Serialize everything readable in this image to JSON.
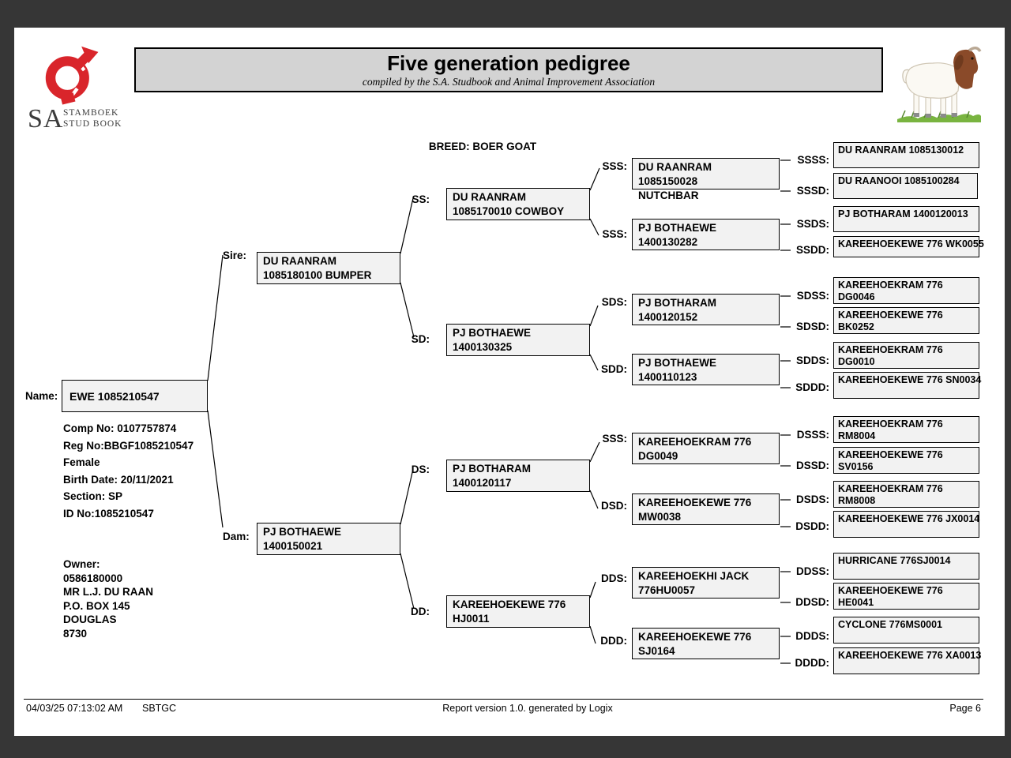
{
  "brand": {
    "sa": "SA",
    "words": [
      "STAMBOEK",
      "STUD BOOK"
    ],
    "logo_color": "#d9252b"
  },
  "header": {
    "title": "Five generation pedigree",
    "subtitle": "compiled by the S.A. Studbook and Animal Improvement Association"
  },
  "breed_label": "BREED: BOER GOAT",
  "subject": {
    "name_label": "Name:",
    "name": "EWE 1085210547",
    "details": [
      "Comp No: 0107757874",
      "Reg No:BBGF1085210547",
      "Female",
      "Birth Date: 20/11/2021",
      "Section: SP",
      "ID No:1085210547"
    ],
    "owner": [
      "Owner:",
      "0586180000",
      "MR L.J. DU RAAN",
      "P.O. BOX 145",
      "DOUGLAS",
      "8730"
    ]
  },
  "pedigree": {
    "gen1": [
      {
        "label": "Sire:",
        "lines": [
          "DU RAANRAM",
          "1085180100 BUMPER"
        ]
      },
      {
        "label": "Dam:",
        "lines": [
          "PJ BOTHAEWE",
          "1400150021"
        ]
      }
    ],
    "gen2": [
      {
        "label": "SS:",
        "lines": [
          "DU RAANRAM",
          "1085170010 COWBOY"
        ]
      },
      {
        "label": "SD:",
        "lines": [
          "PJ BOTHAEWE",
          "1400130325"
        ]
      },
      {
        "label": "DS:",
        "lines": [
          "PJ BOTHARAM",
          "1400120117"
        ]
      },
      {
        "label": "DD:",
        "lines": [
          "KAREEHOEKEWE 776",
          "HJ0011"
        ]
      }
    ],
    "gen3": [
      {
        "label": "SSS:",
        "lines": [
          "DU RAANRAM",
          "1085150028",
          "NUTCHBAR"
        ]
      },
      {
        "label": "SSS:",
        "lines": [
          "PJ BOTHAEWE",
          "1400130282"
        ]
      },
      {
        "label": "SDS:",
        "lines": [
          "PJ BOTHARAM",
          "1400120152"
        ]
      },
      {
        "label": "SDD:",
        "lines": [
          "PJ BOTHAEWE",
          "1400110123"
        ]
      },
      {
        "label": "SSS:",
        "lines": [
          "KAREEHOEKRAM 776",
          "DG0049"
        ]
      },
      {
        "label": "DSD:",
        "lines": [
          "KAREEHOEKEWE 776",
          "MW0038"
        ]
      },
      {
        "label": "DDS:",
        "lines": [
          "KAREEHOEKHI JACK",
          "776HU0057"
        ]
      },
      {
        "label": "DDD:",
        "lines": [
          "KAREEHOEKEWE 776",
          "SJ0164"
        ]
      }
    ],
    "gen4": [
      {
        "label": "SSSS:",
        "lines": [
          "DU RAANRAM 1085130012"
        ]
      },
      {
        "label": "SSSD:",
        "lines": [
          "DU RAANOOI 1085100284"
        ]
      },
      {
        "label": "SSDS:",
        "lines": [
          "PJ BOTHARAM 1400120013"
        ]
      },
      {
        "label": "SSDD:",
        "lines": [
          "KAREEHOEKEWE 776 WK0055"
        ]
      },
      {
        "label": "SDSS:",
        "lines": [
          "KAREEHOEKRAM 776",
          "DG0046"
        ]
      },
      {
        "label": "SDSD:",
        "lines": [
          "KAREEHOEKEWE 776",
          "BK0252"
        ]
      },
      {
        "label": "SDDS:",
        "lines": [
          "KAREEHOEKRAM 776",
          "DG0010"
        ]
      },
      {
        "label": "SDDD:",
        "lines": [
          "KAREEHOEKEWE 776 SN0034"
        ]
      },
      {
        "label": "DSSS:",
        "lines": [
          "KAREEHOEKRAM 776",
          "RM8004"
        ]
      },
      {
        "label": "DSSD:",
        "lines": [
          "KAREEHOEKEWE 776",
          "SV0156"
        ]
      },
      {
        "label": "DSDS:",
        "lines": [
          "KAREEHOEKRAM 776",
          "RM8008"
        ]
      },
      {
        "label": "DSDD:",
        "lines": [
          "KAREEHOEKEWE 776 JX0014"
        ]
      },
      {
        "label": "DDSS:",
        "lines": [
          "HURRICANE 776SJ0014"
        ]
      },
      {
        "label": "DDSD:",
        "lines": [
          "KAREEHOEKEWE 776",
          "HE0041"
        ]
      },
      {
        "label": "DDDS:",
        "lines": [
          "CYCLONE 776MS0001"
        ]
      },
      {
        "label": "DDDD:",
        "lines": [
          "KAREEHOEKEWE 776 XA0013"
        ]
      }
    ]
  },
  "footer": {
    "timestamp": "04/03/25 07:13:02 AM",
    "code": "SBTGC",
    "center": "Report version 1.0. generated by Logix",
    "page": "Page 6"
  }
}
